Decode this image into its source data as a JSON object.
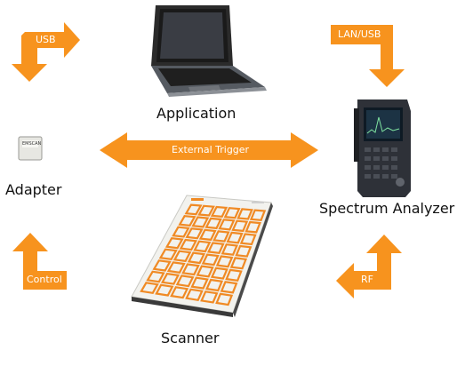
{
  "diagram": {
    "nodes": {
      "application": "Application",
      "adapter": "Adapter",
      "spectrum_analyzer": "Spectrum Analyzer",
      "scanner": "Scanner"
    },
    "arrows": {
      "usb": "USB",
      "lan_usb": "LAN/USB",
      "external_trigger": "External Trigger",
      "control": "Control",
      "rf": "RF"
    },
    "adapter_logo": "EMSCAN",
    "colors": {
      "arrow": "#F7931E",
      "scanner_grid": "#F08A24",
      "device_dark": "#2E3138"
    }
  }
}
